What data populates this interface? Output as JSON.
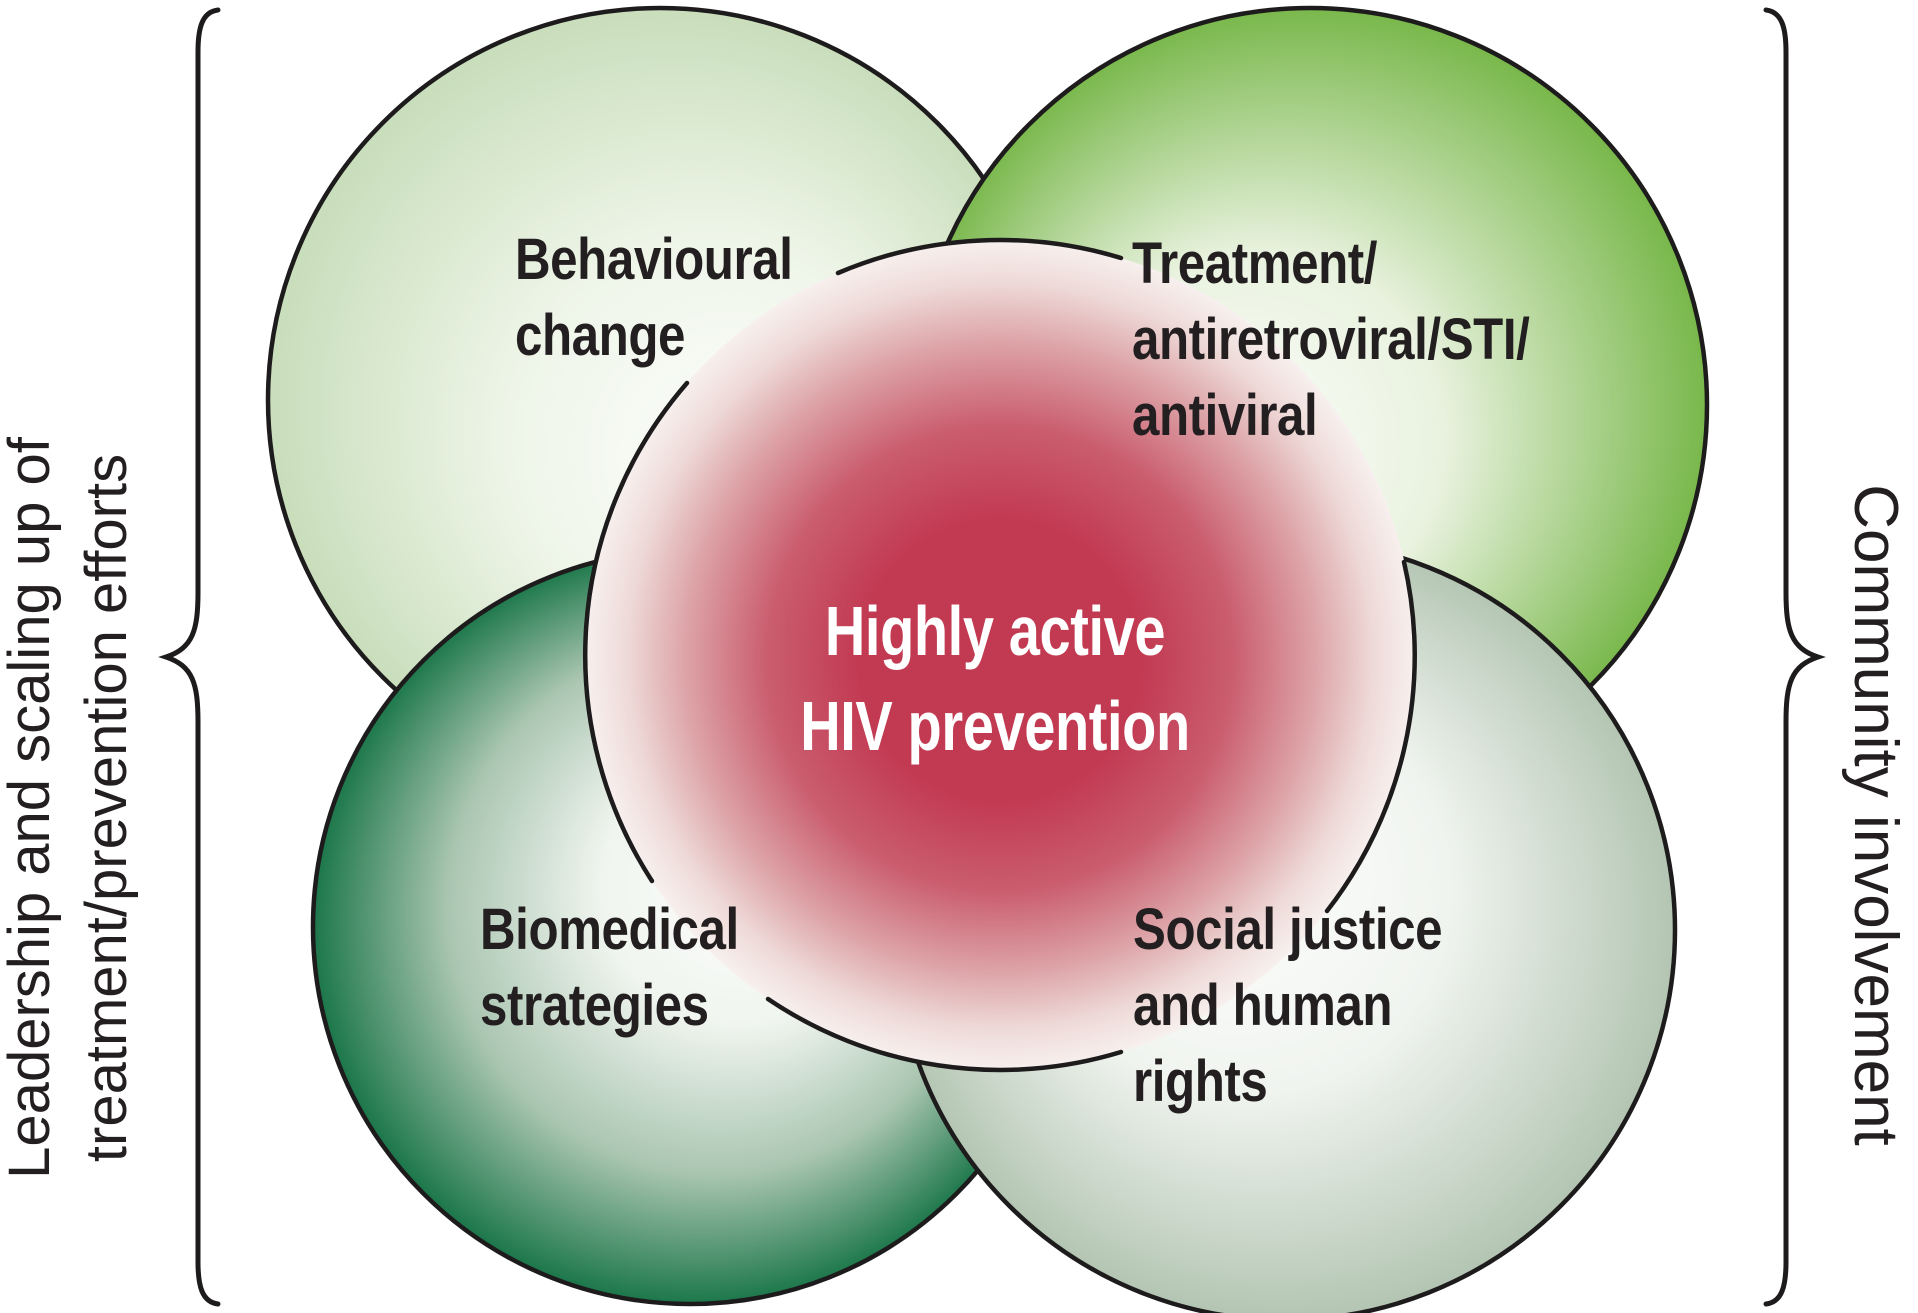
{
  "figure": {
    "center_label": {
      "line1": "Highly active",
      "line2": "HIV prevention"
    },
    "circle_labels": {
      "top_left": {
        "line1": "Behavioural",
        "line2": "change"
      },
      "top_right": {
        "line1": "Treatment/",
        "line2": "antiretroviral/STI/",
        "line3": "antiviral"
      },
      "bottom_left": {
        "line1": "Biomedical",
        "line2": "strategies"
      },
      "bottom_right": {
        "line1": "Social justice",
        "line2": "and human",
        "line3": "rights"
      }
    },
    "left_bracket_label": {
      "line1": "Leadership and scaling up of",
      "line2": "treatment/prevention efforts"
    },
    "right_bracket_label": "Community involvement"
  },
  "colors": {
    "outline": "#1e1b1c",
    "label_text": "#231f20",
    "center_text": "#ffffff",
    "white": "#ffffff",
    "center_core": "#c23a52",
    "center_mid": "#ca5d6f",
    "center_soft": "#dda4a8",
    "center_softer": "#eedad8",
    "center_rim": "#f7f0ee",
    "top_left_mid": "#eef5e8",
    "top_left_edge": "#c6dcb8",
    "top_right_mid": "#e9f2df",
    "top_right_edge": "#72b442",
    "bottom_left_mid": "#f0f5ef",
    "bottom_left_sage": "#a9c5b0",
    "bottom_left_edge": "#0c6e3f",
    "bottom_right_mid": "#f0f4ef",
    "bottom_right_edge": "#afc2ae"
  }
}
